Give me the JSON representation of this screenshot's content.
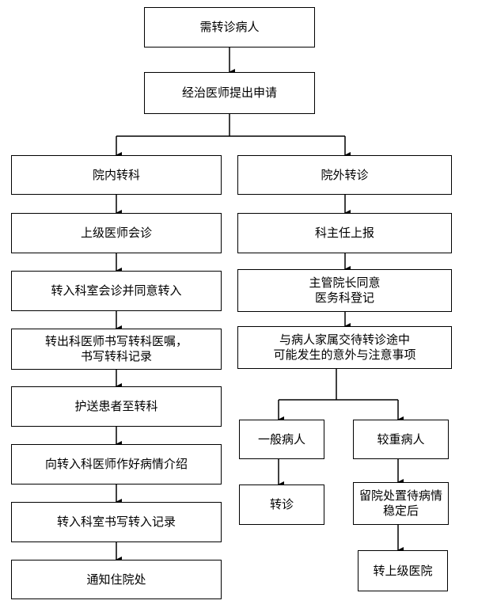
{
  "flowchart": {
    "nodes": {
      "patient": "需转诊病人",
      "apply": "经治医师提出申请",
      "internal": "院内转科",
      "external": "院外转诊",
      "consult": "上级医师会诊",
      "dept_head": "科主任上报",
      "receive_consult": "转入科室会诊并同意转入",
      "approve": "主管院长同意\n医务科登记",
      "write_order": "转出科医师书写转科医嘱，\n书写转科记录",
      "inform_family": "与病人家属交待转诊途中\n可能发生的意外与注意事项",
      "escort": "护送患者至转科",
      "general": "一般病人",
      "severe": "较重病人",
      "introduce": "向转入科医师作好病情介绍",
      "transfer": "转诊",
      "stabilize": "留院处置待病情\n稳定后",
      "record_in": "转入科室书写转入记录",
      "higher_hospital": "转上级医院",
      "notify": "通知住院处"
    }
  }
}
